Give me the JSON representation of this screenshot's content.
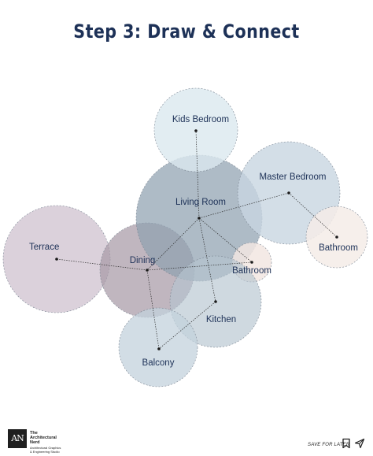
{
  "title": "Step 3: Draw & Connect",
  "rooms": [
    {
      "id": "terrace",
      "label": "Terrace",
      "fill": "#cfc2cf"
    },
    {
      "id": "dining",
      "label": "Dining",
      "fill": "#a79aa6"
    },
    {
      "id": "living-room",
      "label": "Living Room",
      "fill": "#8fa1b0"
    },
    {
      "id": "kids-bedroom",
      "label": "Kids Bedroom",
      "fill": "#dbe9ef"
    },
    {
      "id": "master-bedroom",
      "label": "Master Bedroom",
      "fill": "#c8d6e1"
    },
    {
      "id": "bathroom-master",
      "label": "Bathroom",
      "fill": "#f4ece7"
    },
    {
      "id": "bathroom-small",
      "label": "Bathroom",
      "fill": "#f2e6e2"
    },
    {
      "id": "kitchen",
      "label": "Kitchen",
      "fill": "#b6c5d0"
    },
    {
      "id": "balcony",
      "label": "Balcony",
      "fill": "#c3d1dc"
    }
  ],
  "connections": [
    [
      "living-room",
      "kids-bedroom"
    ],
    [
      "living-room",
      "master-bedroom"
    ],
    [
      "master-bedroom",
      "bathroom-master"
    ],
    [
      "living-room",
      "dining"
    ],
    [
      "dining",
      "terrace"
    ],
    [
      "dining",
      "bathroom-small"
    ],
    [
      "living-room",
      "kitchen"
    ],
    [
      "living-room",
      "bathroom-small"
    ],
    [
      "dining",
      "balcony"
    ],
    [
      "kitchen",
      "balcony"
    ]
  ],
  "footer": {
    "logo_text": "AN",
    "brand_name": "The Architectural Nerd",
    "brand_tagline": "Architectural Graphics & Engineering Studio",
    "save_label": "SAVE FOR LATER",
    "bookmark_icon": "bookmark-icon",
    "share_icon": "share-icon"
  }
}
